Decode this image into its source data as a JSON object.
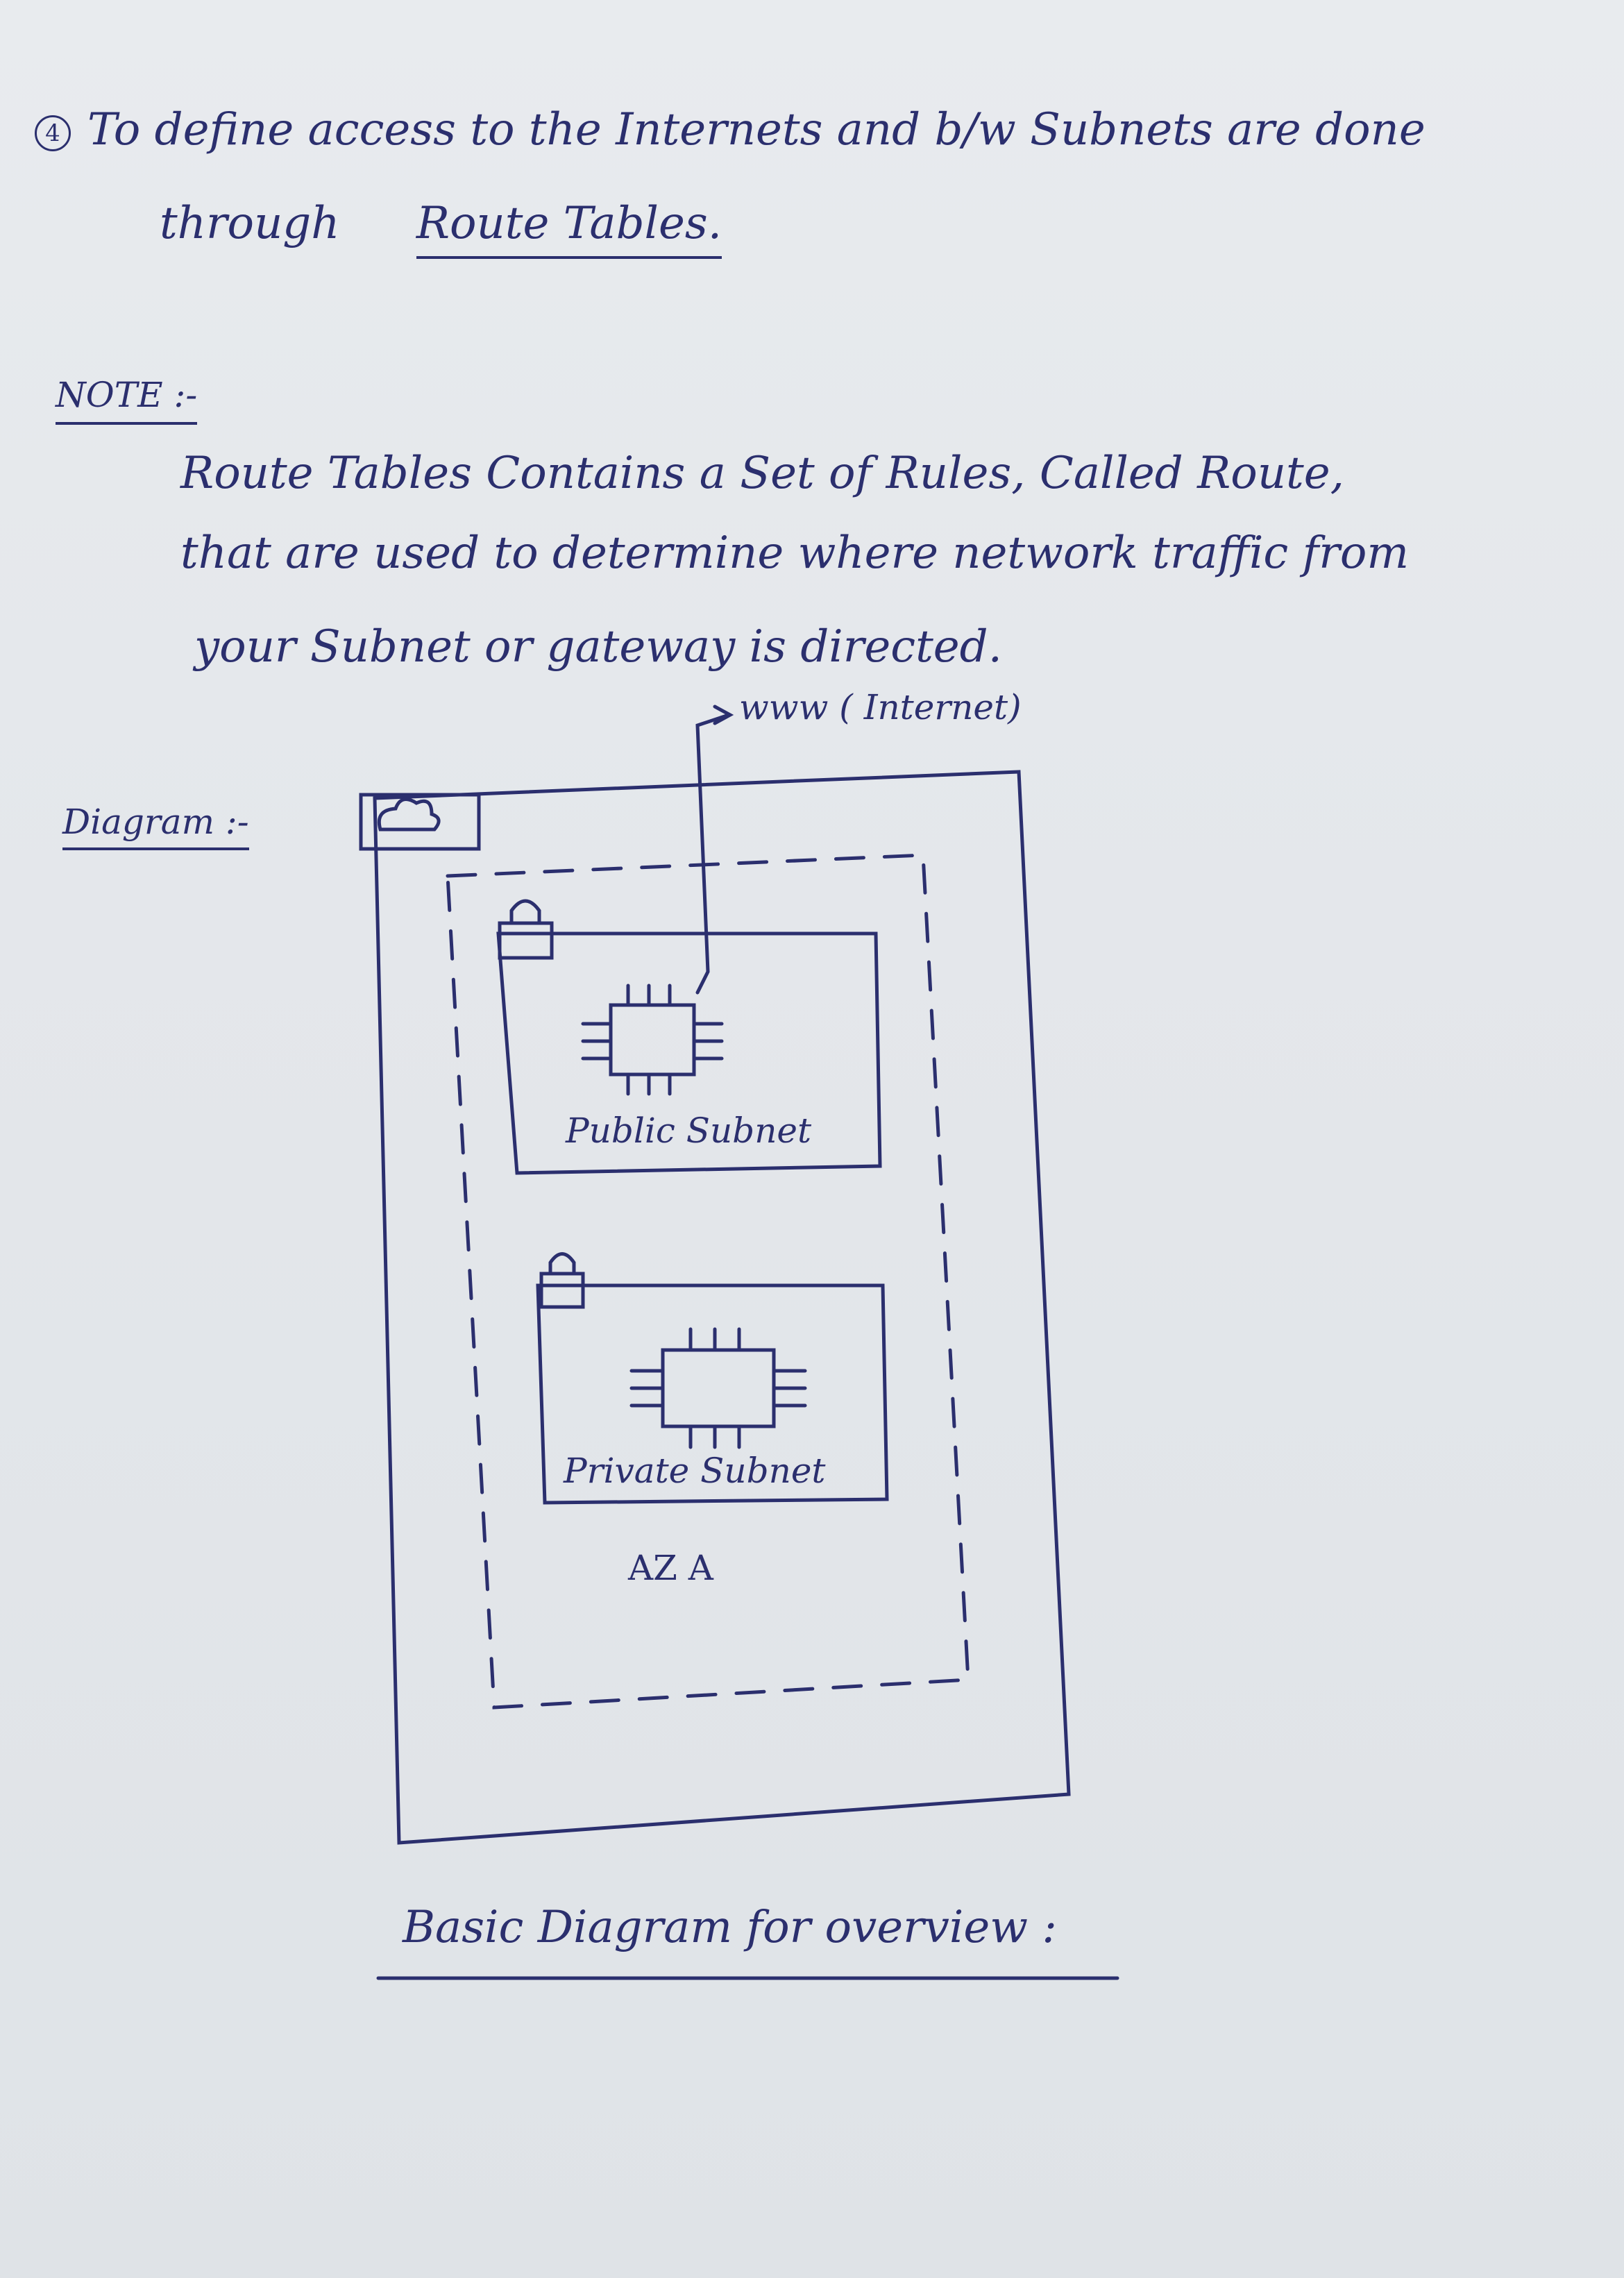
{
  "notes": {
    "point_number": "4",
    "line1": "To define access to the Internets and b/w Subnets are done",
    "line2_prefix": "through",
    "line2_link": "Route Tables.",
    "note_heading": "NOTE :-",
    "note_line1": "Route Tables Contains a Set of Rules, Called Route,",
    "note_line2": "that are used to determine where network traffic from",
    "note_line3": "your Subnet or gateway is directed.",
    "diagram_heading": "Diagram :-",
    "caption": "Basic Diagram for overview :"
  },
  "diagram": {
    "internet_label": "www ( Internet)",
    "public_subnet_label": "Public Subnet",
    "private_subnet_label": "Private Subnet",
    "az_label": "AZ A",
    "icons": [
      "cloud-icon",
      "lock-icon",
      "chip-icon"
    ]
  },
  "colors": {
    "ink": "#2b2f6e",
    "paper": "#e4e7eb"
  }
}
